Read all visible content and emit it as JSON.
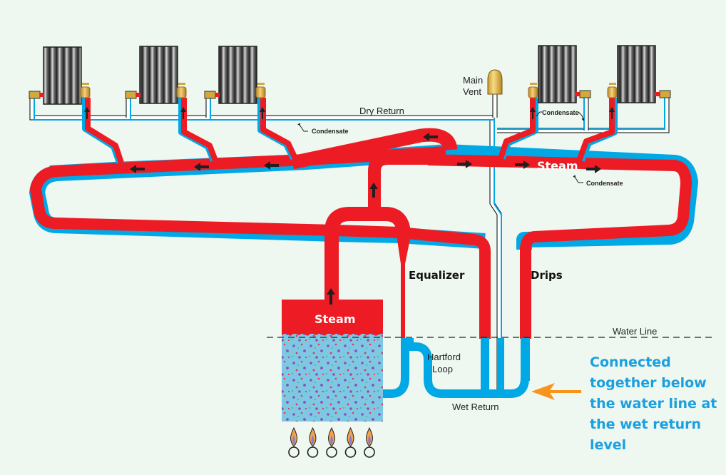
{
  "diagram": {
    "title": "One-pipe steam heating system with Hartford Loop",
    "colors": {
      "background": "#eef7f0",
      "steam": "#ed1c24",
      "condensate": "#00a9e6",
      "arrow": "#231f20",
      "brass": "#d4a93b",
      "note": "#1aa0e0",
      "callout_arrow": "#f7941d"
    },
    "labels": {
      "main_vent_line1": "Main",
      "main_vent_line2": "Vent",
      "dry_return": "Dry Return",
      "condensate_left": "Condensate",
      "condensate_right_top": "Condensate",
      "condensate_right_main": "Condensate",
      "steam_main": "Steam",
      "steam_boiler": "Steam",
      "equalizer": "Equalizer",
      "drips": "Drips",
      "water_line": "Water Line",
      "hartford_line1": "Hartford",
      "hartford_line2": "Loop",
      "wet_return": "Wet Return"
    },
    "annotation": {
      "text": "Connected together below the water line at the wet return level"
    },
    "components": {
      "radiators": [
        {
          "side": "left",
          "index": 1
        },
        {
          "side": "left",
          "index": 2
        },
        {
          "side": "left",
          "index": 3
        },
        {
          "side": "right",
          "index": 4
        },
        {
          "side": "right",
          "index": 5
        }
      ],
      "burner_count": 5,
      "flow_arrows": [
        "left",
        "left",
        "left",
        "left",
        "right",
        "right",
        "right",
        "up",
        "up"
      ]
    }
  }
}
